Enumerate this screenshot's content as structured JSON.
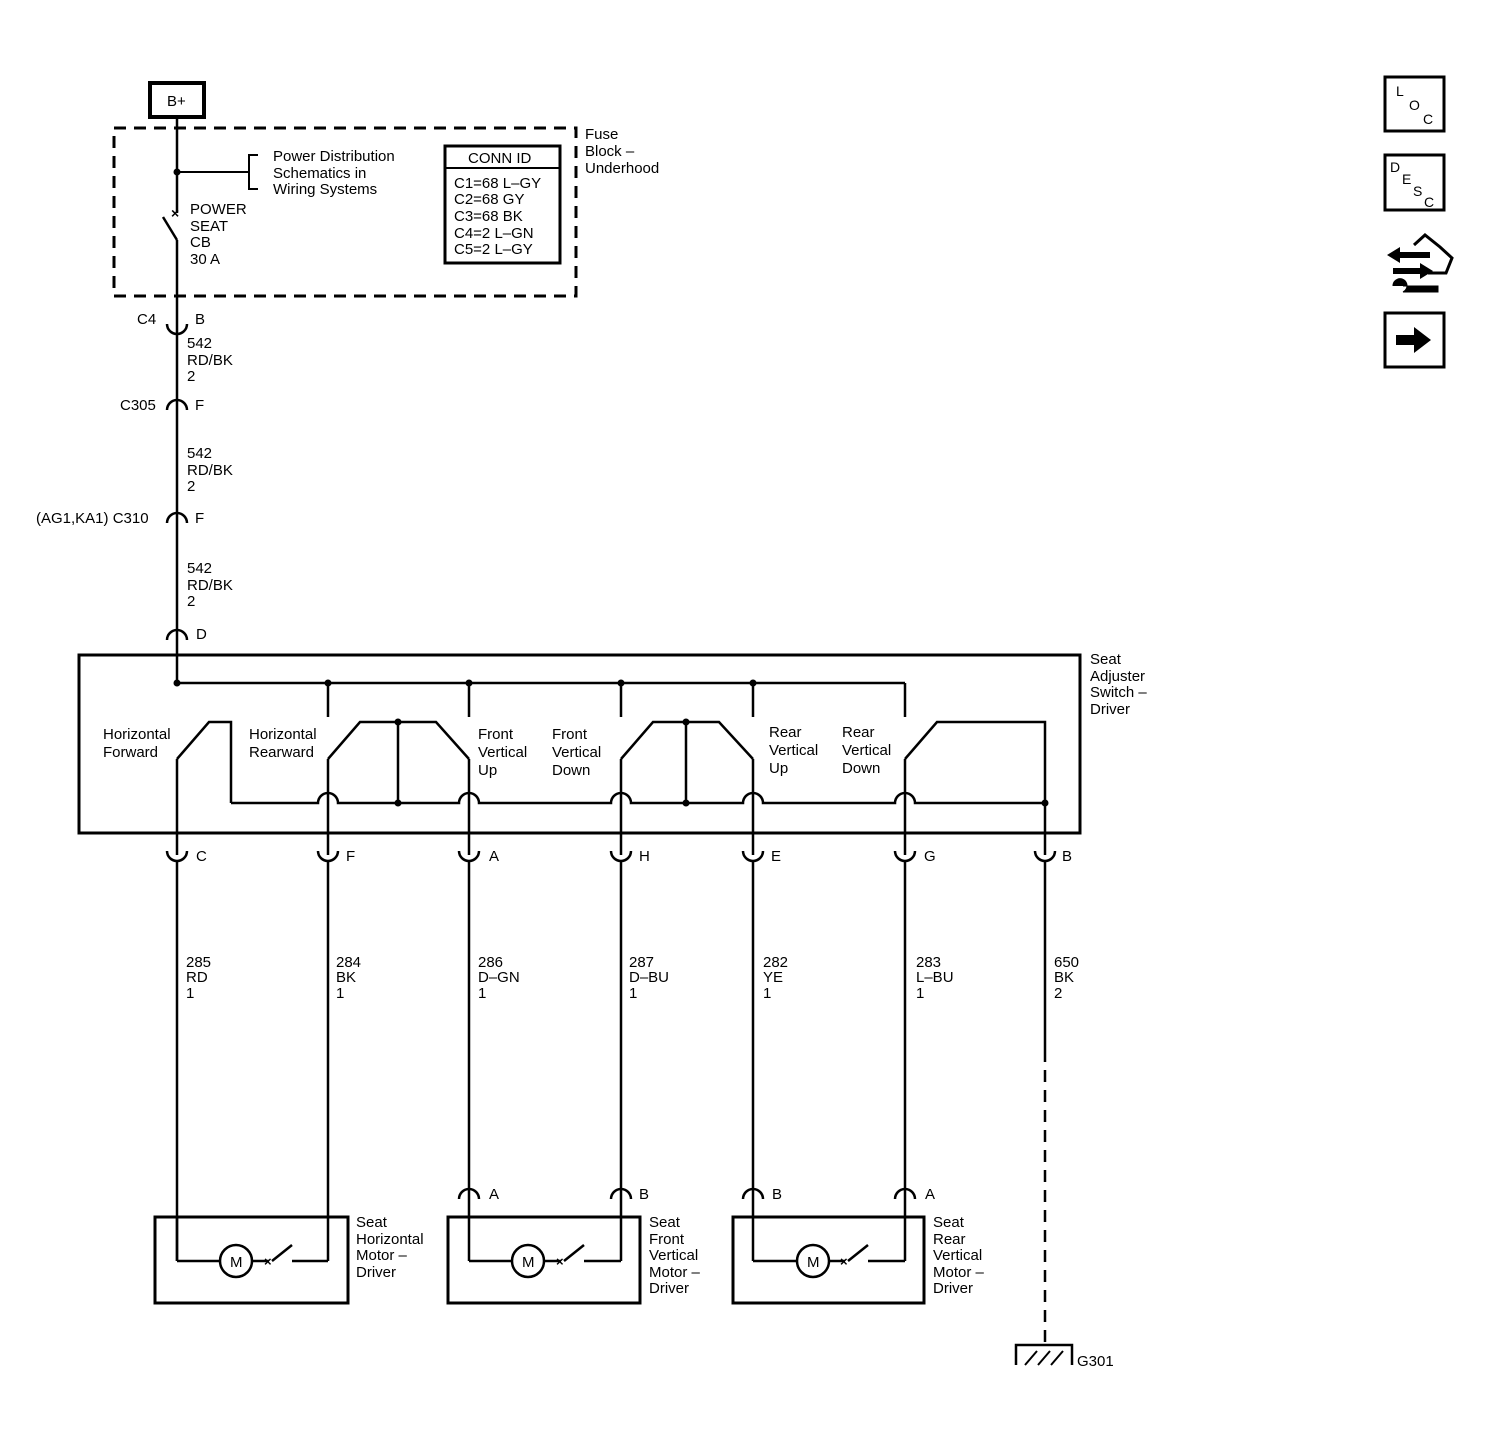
{
  "power": {
    "source": "B+"
  },
  "fuse_block": {
    "title": [
      "Fuse",
      "Block –",
      "Underhood"
    ],
    "power_dist_note": [
      "Power Distribution",
      "Schematics in",
      "Wiring Systems"
    ],
    "breaker": [
      "POWER",
      "SEAT",
      "CB",
      "30 A"
    ],
    "conn_id_title": "CONN ID",
    "conn_ids": [
      "C1=68 L–GY",
      "C2=68 GY",
      "C3=68 BK",
      "C4=2 L–GN",
      "C5=2 L–GY"
    ]
  },
  "feed_connectors": [
    {
      "name": "C4",
      "pin": "B"
    },
    {
      "name": "C305",
      "pin": "F"
    },
    {
      "name": "(AG1,KA1) C310",
      "pin": "F"
    },
    {
      "name": "",
      "pin": "D"
    }
  ],
  "feed_wires": [
    {
      "circuit": "542",
      "color": "RD/BK",
      "size": "2"
    },
    {
      "circuit": "542",
      "color": "RD/BK",
      "size": "2"
    },
    {
      "circuit": "542",
      "color": "RD/BK",
      "size": "2"
    }
  ],
  "switch": {
    "title": [
      "Seat",
      "Adjuster",
      "Switch –",
      "Driver"
    ],
    "positions": [
      [
        "Horizontal",
        "Forward"
      ],
      [
        "Horizontal",
        "Rearward"
      ],
      [
        "Front",
        "Vertical",
        "Up"
      ],
      [
        "Front",
        "Vertical",
        "Down"
      ],
      [
        "Rear",
        "Vertical",
        "Up"
      ],
      [
        "Rear",
        "Vertical",
        "Down"
      ]
    ],
    "pins": [
      "C",
      "F",
      "A",
      "H",
      "E",
      "G",
      "B"
    ]
  },
  "output_wires": [
    {
      "circuit": "285",
      "color": "RD",
      "size": "1"
    },
    {
      "circuit": "284",
      "color": "BK",
      "size": "1"
    },
    {
      "circuit": "286",
      "color": "D–GN",
      "size": "1"
    },
    {
      "circuit": "287",
      "color": "D–BU",
      "size": "1"
    },
    {
      "circuit": "282",
      "color": "YE",
      "size": "1"
    },
    {
      "circuit": "283",
      "color": "L–BU",
      "size": "1"
    },
    {
      "circuit": "650",
      "color": "BK",
      "size": "2"
    }
  ],
  "motors": [
    {
      "label": [
        "Seat",
        "Horizontal",
        "Motor –",
        "Driver"
      ],
      "pins": []
    },
    {
      "label": [
        "Seat",
        "Front",
        "Vertical",
        "Motor –",
        "Driver"
      ],
      "pins": [
        "A",
        "B"
      ]
    },
    {
      "label": [
        "Seat",
        "Rear",
        "Vertical",
        "Motor –",
        "Driver"
      ],
      "pins": [
        "B",
        "A"
      ]
    }
  ],
  "motor_symbol": "M",
  "ground": {
    "label": "G301"
  },
  "side_icons": {
    "loc": [
      "L",
      "O",
      "C"
    ],
    "desc": [
      "D",
      "E",
      "S",
      "C"
    ]
  }
}
